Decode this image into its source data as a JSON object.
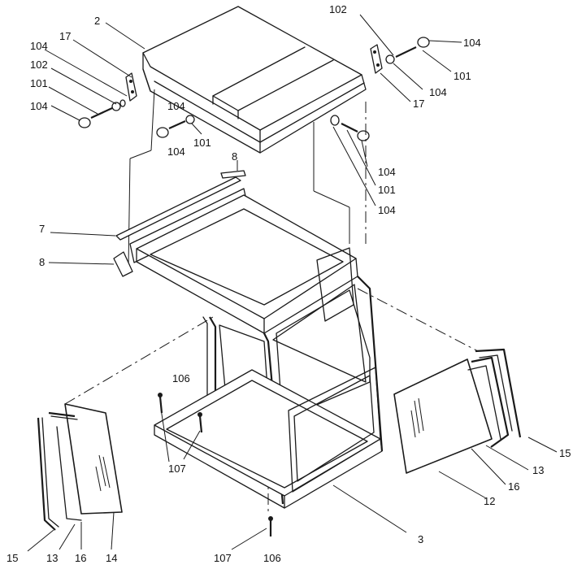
{
  "callouts": [
    {
      "id": "c2",
      "text": "2"
    },
    {
      "id": "c17-left",
      "text": "17"
    },
    {
      "id": "c104-l1",
      "text": "104"
    },
    {
      "id": "c102-left",
      "text": "102"
    },
    {
      "id": "c101-left",
      "text": "101"
    },
    {
      "id": "c104-l2",
      "text": "104"
    },
    {
      "id": "c104-c1",
      "text": "104"
    },
    {
      "id": "c101-c",
      "text": "101"
    },
    {
      "id": "c104-c2",
      "text": "104"
    },
    {
      "id": "c102-right",
      "text": "102"
    },
    {
      "id": "c104-r1",
      "text": "104"
    },
    {
      "id": "c101-r1",
      "text": "101"
    },
    {
      "id": "c104-r2",
      "text": "104"
    },
    {
      "id": "c17-right",
      "text": "17"
    },
    {
      "id": "c104-r3",
      "text": "104"
    },
    {
      "id": "c101-r2",
      "text": "101"
    },
    {
      "id": "c104-r4",
      "text": "104"
    },
    {
      "id": "c8-top",
      "text": "8"
    },
    {
      "id": "c7",
      "text": "7"
    },
    {
      "id": "c8-left",
      "text": "8"
    },
    {
      "id": "c106-mid",
      "text": "106"
    },
    {
      "id": "c107-mid",
      "text": "107"
    },
    {
      "id": "c15-left",
      "text": "15"
    },
    {
      "id": "c13-left",
      "text": "13"
    },
    {
      "id": "c16-left",
      "text": "16"
    },
    {
      "id": "c14",
      "text": "14"
    },
    {
      "id": "c107-bot",
      "text": "107"
    },
    {
      "id": "c106-bot",
      "text": "106"
    },
    {
      "id": "c3",
      "text": "3"
    },
    {
      "id": "c12",
      "text": "12"
    },
    {
      "id": "c16-right",
      "text": "16"
    },
    {
      "id": "c13-right",
      "text": "13"
    },
    {
      "id": "c15-right",
      "text": "15"
    }
  ]
}
